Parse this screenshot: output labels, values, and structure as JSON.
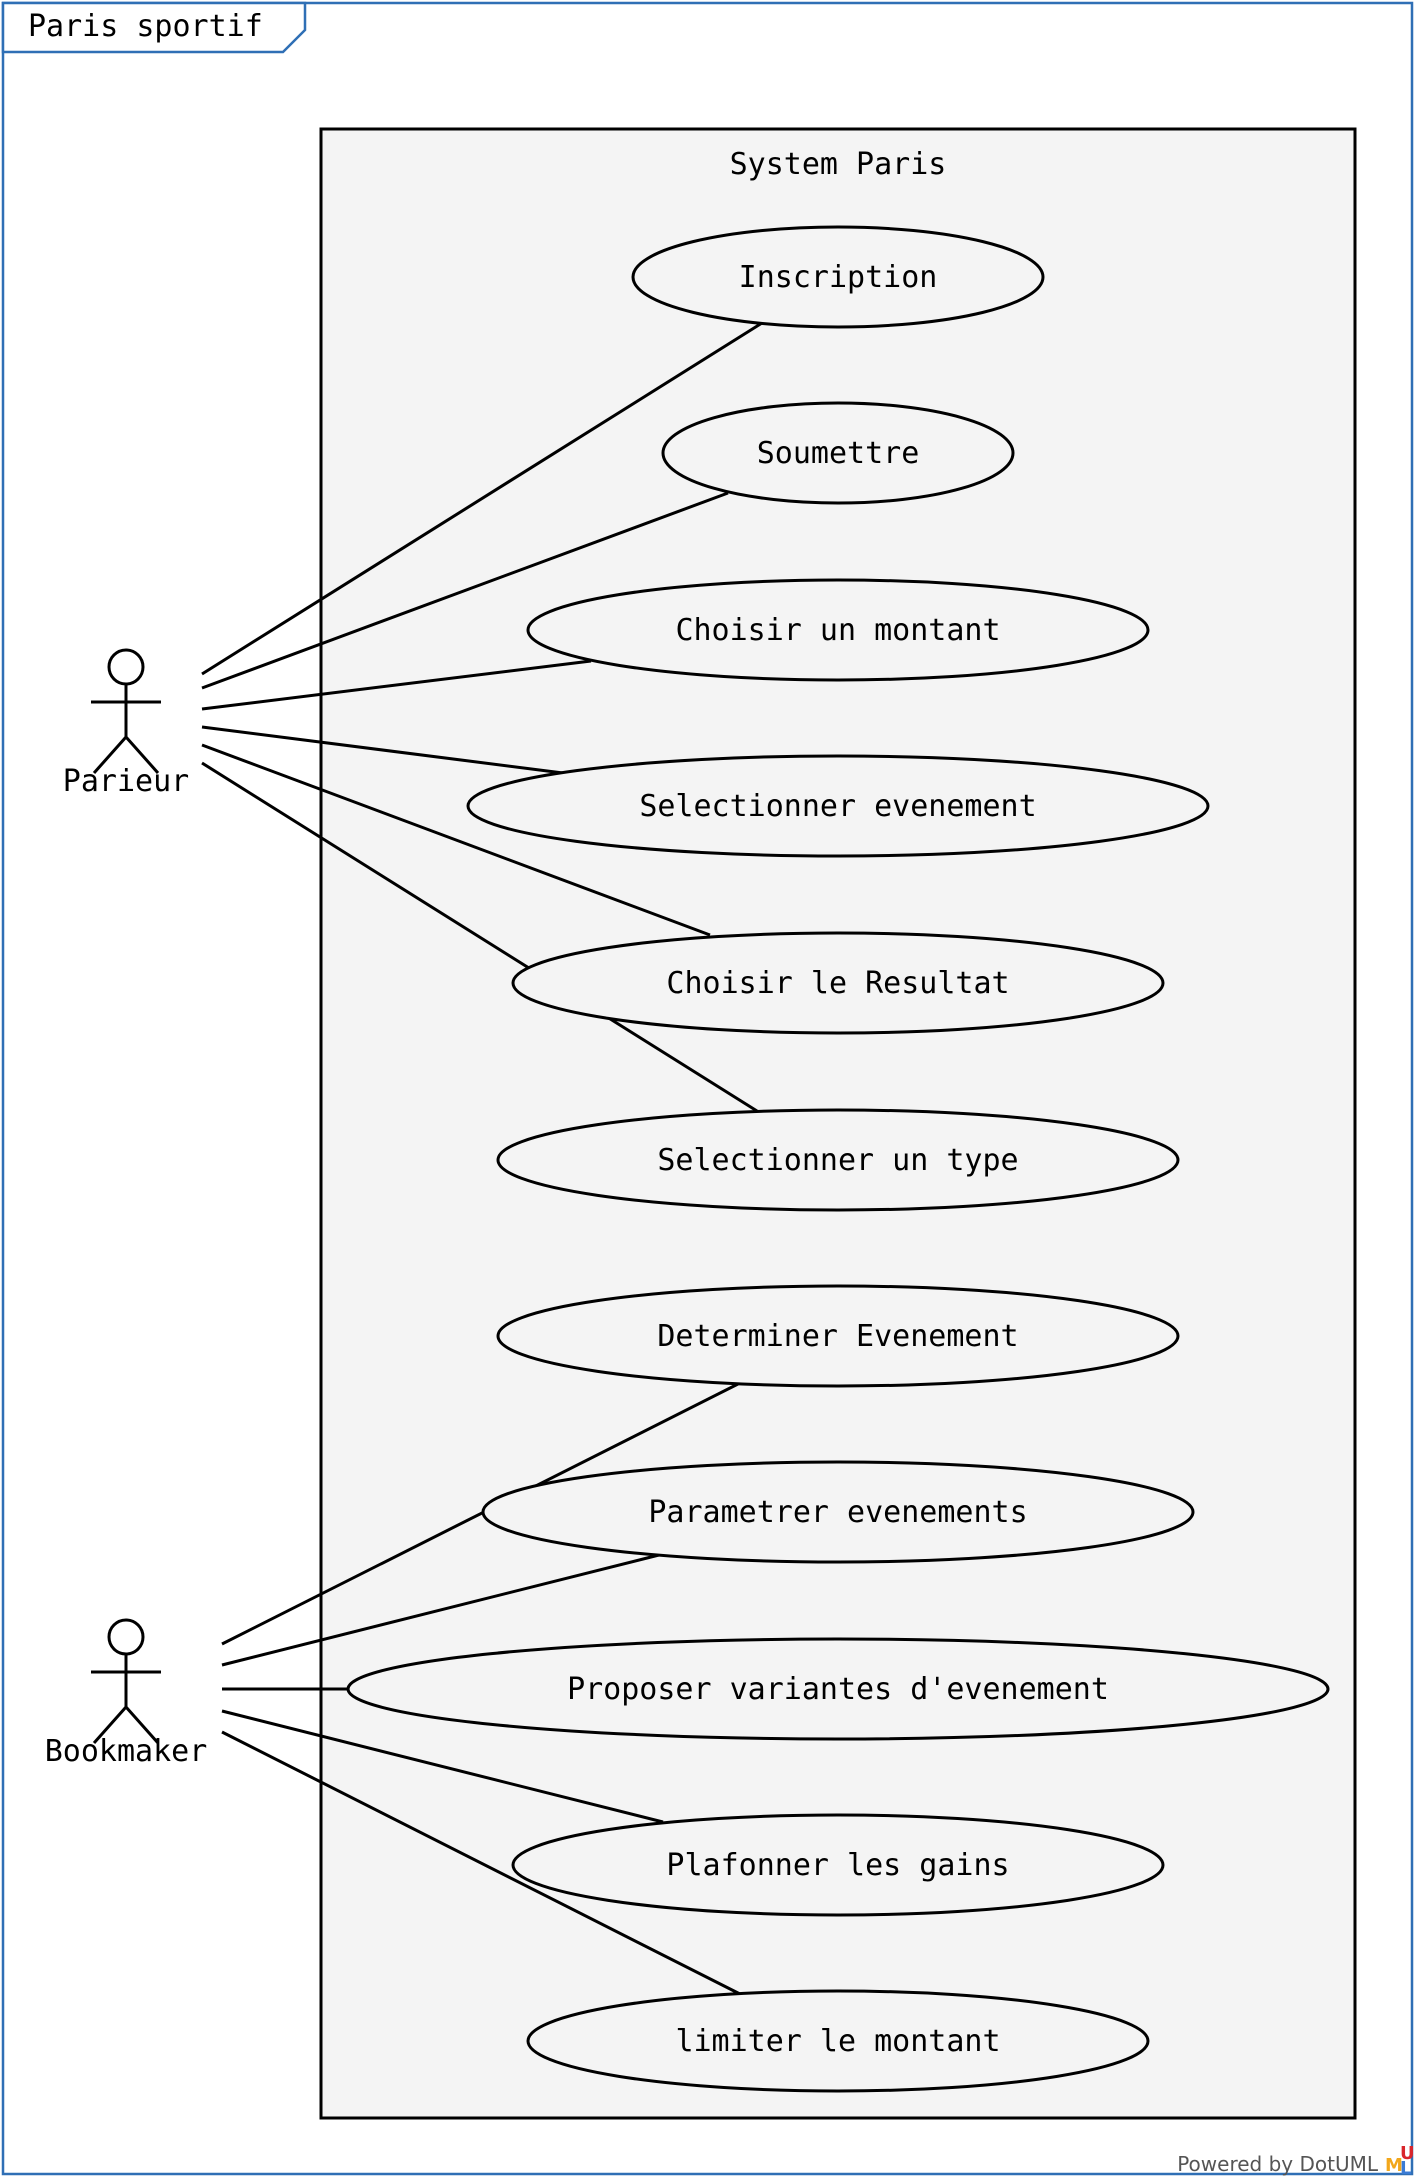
{
  "frame": {
    "title": "Paris sportif"
  },
  "system": {
    "title": "System Paris"
  },
  "actors": [
    {
      "id": "parieur",
      "label": "Parieur"
    },
    {
      "id": "bookmaker",
      "label": "Bookmaker"
    }
  ],
  "use_cases": [
    {
      "id": "uc1",
      "label": "Inscription",
      "actor": "parieur"
    },
    {
      "id": "uc2",
      "label": "Soumettre",
      "actor": "parieur"
    },
    {
      "id": "uc3",
      "label": "Choisir un montant",
      "actor": "parieur"
    },
    {
      "id": "uc4",
      "label": "Selectionner evenement",
      "actor": "parieur"
    },
    {
      "id": "uc5",
      "label": "Choisir le Resultat",
      "actor": "parieur"
    },
    {
      "id": "uc6",
      "label": "Selectionner un type",
      "actor": "parieur"
    },
    {
      "id": "uc7",
      "label": "Determiner Evenement",
      "actor": "bookmaker"
    },
    {
      "id": "uc8",
      "label": "Parametrer evenements",
      "actor": "bookmaker"
    },
    {
      "id": "uc9",
      "label": "Proposer variantes d'evenement",
      "actor": "bookmaker"
    },
    {
      "id": "uc10",
      "label": "Plafonner les gains",
      "actor": "bookmaker"
    },
    {
      "id": "uc11",
      "label": "limiter le montant",
      "actor": "bookmaker"
    }
  ],
  "footer": {
    "text": "Powered by DotUML",
    "logo_text": "UML",
    "colors": {
      "frame": "#2f6fb5",
      "logo_u": "#d9262b",
      "logo_m": "#f2a71c",
      "logo_l": "#3a7bd5"
    }
  }
}
